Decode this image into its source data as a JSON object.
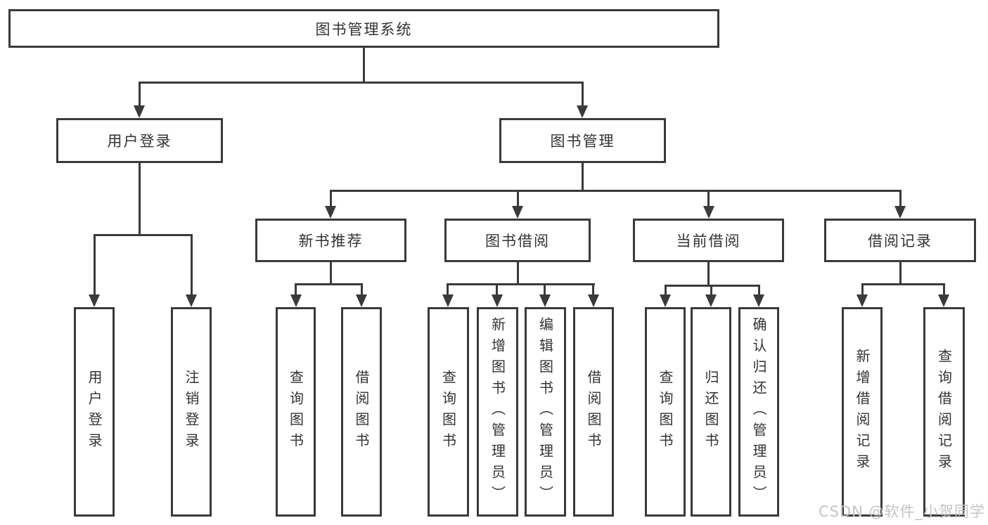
{
  "diagram_type": "tree-structure-chart",
  "colors": {
    "line": "#3a3a3a",
    "text": "#333333",
    "watermark": "#c4c4c4",
    "background": "#ffffff",
    "box_fill": "#ffffff"
  },
  "nodes": {
    "root": {
      "label": "图书管理系统"
    },
    "user_login": {
      "label": "用户登录"
    },
    "book_management": {
      "label": "图书管理"
    },
    "new_book_recommend": {
      "label": "新书推荐"
    },
    "book_borrow": {
      "label": "图书借阅"
    },
    "current_borrow": {
      "label": "当前借阅"
    },
    "borrow_records": {
      "label": "借阅记录"
    },
    "leaf_user_login": {
      "label": "用户登录"
    },
    "leaf_logout": {
      "label": "注销登录"
    },
    "leaf_nb_query_books": {
      "label": "查询图书"
    },
    "leaf_nb_borrow_books": {
      "label": "借阅图书"
    },
    "leaf_bb_query_books": {
      "label": "查询图书"
    },
    "leaf_bb_add_books": {
      "label": "新增图书（管理员）"
    },
    "leaf_bb_edit_books": {
      "label": "编辑图书（管理员）"
    },
    "leaf_bb_borrow_books": {
      "label": "借阅图书"
    },
    "leaf_cb_query_books": {
      "label": "查询图书"
    },
    "leaf_cb_return_books": {
      "label": "归还图书"
    },
    "leaf_cb_confirm_return": {
      "label": "确认归还（管理员）"
    },
    "leaf_br_add_record": {
      "label": "新增借阅记录"
    },
    "leaf_br_query_record": {
      "label": "查询借阅记录"
    }
  },
  "edges": [
    [
      "root",
      "user_login"
    ],
    [
      "root",
      "book_management"
    ],
    [
      "user_login",
      "leaf_user_login"
    ],
    [
      "user_login",
      "leaf_logout"
    ],
    [
      "book_management",
      "new_book_recommend"
    ],
    [
      "book_management",
      "book_borrow"
    ],
    [
      "book_management",
      "current_borrow"
    ],
    [
      "book_management",
      "borrow_records"
    ],
    [
      "new_book_recommend",
      "leaf_nb_query_books"
    ],
    [
      "new_book_recommend",
      "leaf_nb_borrow_books"
    ],
    [
      "book_borrow",
      "leaf_bb_query_books"
    ],
    [
      "book_borrow",
      "leaf_bb_add_books"
    ],
    [
      "book_borrow",
      "leaf_bb_edit_books"
    ],
    [
      "book_borrow",
      "leaf_bb_borrow_books"
    ],
    [
      "current_borrow",
      "leaf_cb_query_books"
    ],
    [
      "current_borrow",
      "leaf_cb_return_books"
    ],
    [
      "current_borrow",
      "leaf_cb_confirm_return"
    ],
    [
      "borrow_records",
      "leaf_br_add_record"
    ],
    [
      "borrow_records",
      "leaf_br_query_record"
    ]
  ],
  "watermark": "CSDN @软件_小贺同学"
}
